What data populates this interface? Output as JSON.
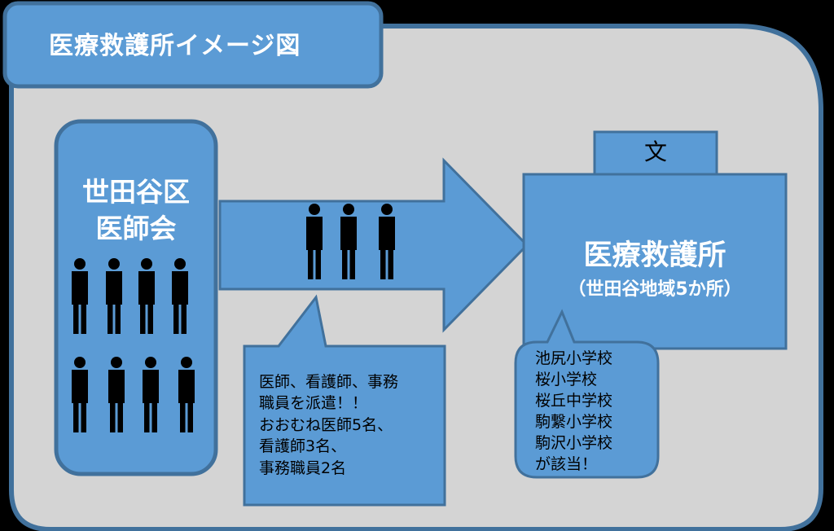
{
  "title": "医療救護所イメージ図",
  "org": {
    "line1": "世田谷区",
    "line2": "医師会"
  },
  "dispatch_note": {
    "lines": [
      "医師、看護師、事務",
      "職員を派遣！！",
      "おおむね医師5名、",
      "看護師3名、",
      "事務職員2名"
    ]
  },
  "clinic": {
    "name": "医療救護所",
    "sub": "（世田谷地域5か所）",
    "school_mark": "文"
  },
  "schools": {
    "lines": [
      "池尻小学校",
      "桜小学校",
      "桜丘中学校",
      "駒繋小学校",
      "駒沢小学校",
      "が該当！"
    ]
  },
  "colors": {
    "blue": "#5b9bd5",
    "border": "#41719c",
    "panel": "#d4d4d4"
  }
}
